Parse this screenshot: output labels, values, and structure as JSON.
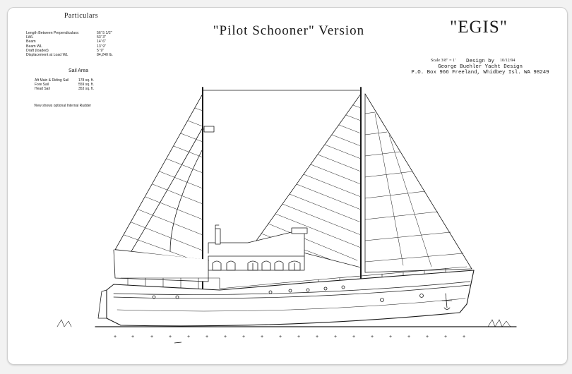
{
  "particulars": {
    "title": "Particulars",
    "rows": [
      {
        "label": "Length Between Perpendiculars:",
        "value": "56' 5 1/2\""
      },
      {
        "label": "LWL",
        "value": "53' 3\""
      },
      {
        "label": "Beam",
        "value": "14' 6\""
      },
      {
        "label": "Beam WL",
        "value": "13' 9\""
      },
      {
        "label": "Draft (loaded)",
        "value": "5' 9\""
      },
      {
        "label": "Displacement at Load WL",
        "value": "84,240 lb."
      }
    ]
  },
  "sail_area": {
    "title": "Sail Area",
    "rows": [
      {
        "label": "Aft Main & Riding Sail",
        "value": "178 sq. ft."
      },
      {
        "label": "Fore Sail",
        "value": "559 sq. ft."
      },
      {
        "label": "Head Sail",
        "value": "353 sq. ft."
      }
    ]
  },
  "note": "View shows optional Internal Rudder",
  "main_title": "\"Pilot Schooner\" Version",
  "boat_name": "\"EGIS\"",
  "designer": {
    "line1": "Design by",
    "line2": "George Buehler Yacht Design",
    "line3": "P.O. Box 966 Freeland, Whidbey Isl. WA 98249"
  },
  "scale": "Scale 3/8\" = 1'",
  "date": "10/12/94",
  "colors": {
    "ink": "#1a1a1a",
    "paper": "#ffffff",
    "background": "#f2f2f2"
  }
}
